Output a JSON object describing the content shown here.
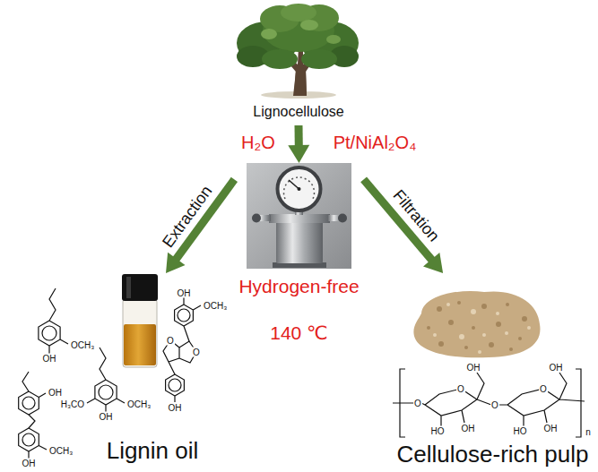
{
  "diagram": {
    "nodes": [
      {
        "text": [
          "Lignocellulose"
        ]
      },
      {
        "text": [
          "Hydrogen-free",
          "140 ℃"
        ]
      },
      {
        "text": [
          "Lignin oil"
        ]
      },
      {
        "text": [
          "Cellulose-rich pulp"
        ]
      }
    ],
    "edges": [
      {
        "from": 0,
        "to": 1,
        "arrow": "to"
      },
      {
        "from": 1,
        "to": 2,
        "arrow": "to",
        "label": "Extraction"
      },
      {
        "from": 1,
        "to": 3,
        "arrow": "to",
        "label": "Filtration"
      }
    ],
    "labels": [
      "H₂O",
      "Pt/NiAl₂O₄",
      "OH",
      "OCH₃",
      "OH",
      "OH",
      "H₃CO",
      "OCH₃",
      "OH",
      "OCH₃",
      "OH",
      "OCH₃",
      "O",
      "O",
      "OH",
      "OH",
      "OH",
      "O",
      "O",
      "O",
      "O",
      "OH",
      "OH",
      "HO",
      "HO",
      "n"
    ]
  }
}
